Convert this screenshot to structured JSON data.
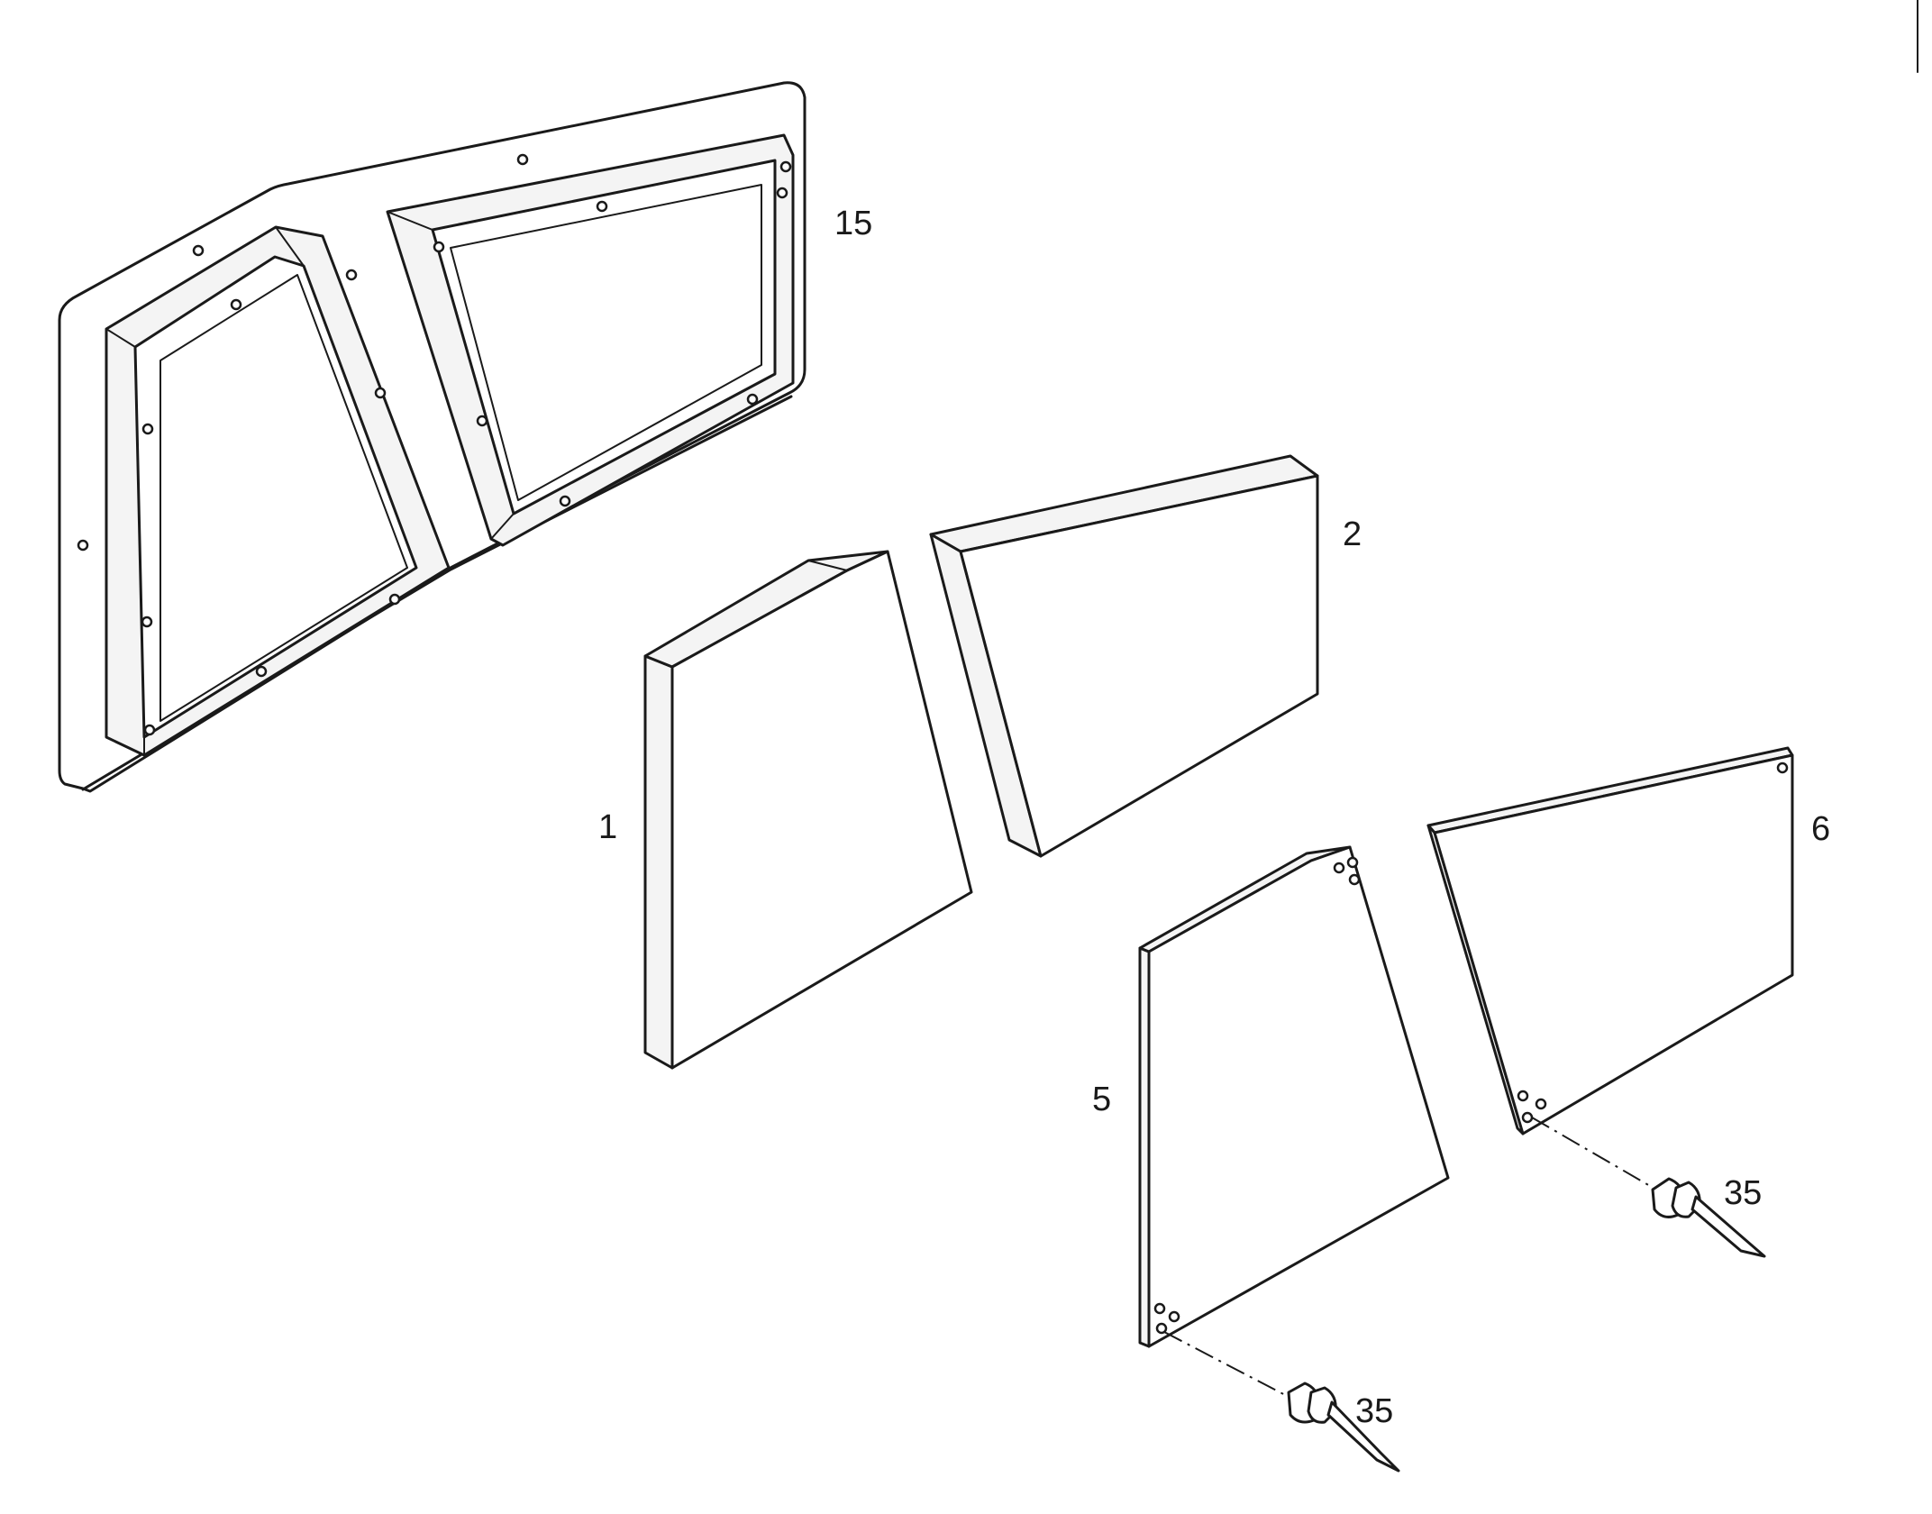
{
  "callouts": {
    "frame": "15",
    "panel_left": "1",
    "panel_right": "2",
    "sheet_left": "5",
    "sheet_right": "6",
    "rivet_left": "35",
    "rivet_right": "35"
  }
}
